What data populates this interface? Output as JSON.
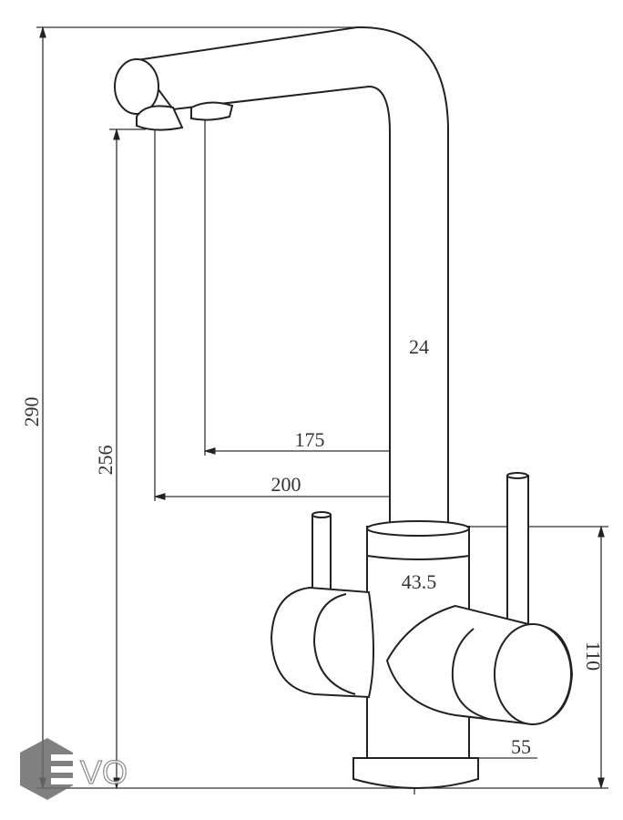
{
  "title": "Faucet dimension drawing",
  "dimensions": {
    "total_height": "290",
    "spout_outlet_height": "256",
    "spout_reach_outer": "200",
    "spout_reach_inner": "175",
    "spout_diameter": "24",
    "body_diameter": "43.5",
    "base_diameter": "55",
    "body_height": "110"
  },
  "logo": {
    "text": "EVO",
    "color": "#6b6b6b"
  },
  "colors": {
    "line": "#222222"
  }
}
